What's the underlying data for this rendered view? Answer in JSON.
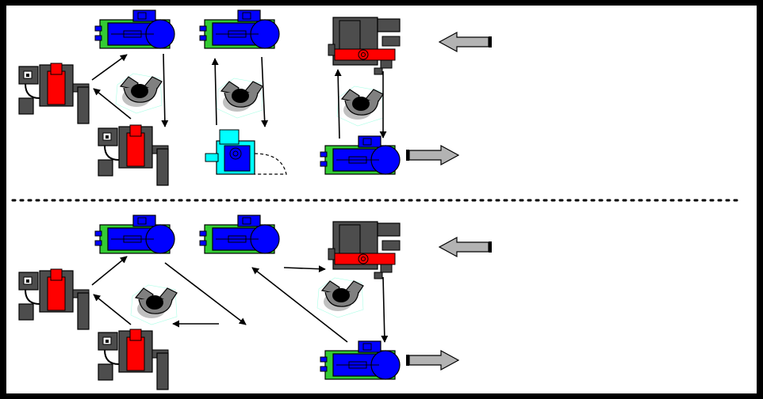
{
  "diagram": {
    "colors": {
      "frame": "#000000",
      "background": "#ffffff",
      "machine_blue": "#0000ff",
      "machine_green": "#33cc33",
      "machine_red": "#ff0000",
      "machine_dark_gray": "#4d4d4d",
      "machine_cyan": "#00ffff",
      "robot_gray": "#808080",
      "arrow_gray": "#b3b3b3"
    },
    "layouts": [
      {
        "id": "top",
        "description_icons": [
          "lathe",
          "milling-machine",
          "robot",
          "cmm",
          "input-arrow",
          "output-arrow"
        ]
      },
      {
        "id": "bottom",
        "description_icons": [
          "lathe",
          "milling-machine",
          "robot",
          "input-arrow",
          "output-arrow"
        ]
      }
    ]
  }
}
